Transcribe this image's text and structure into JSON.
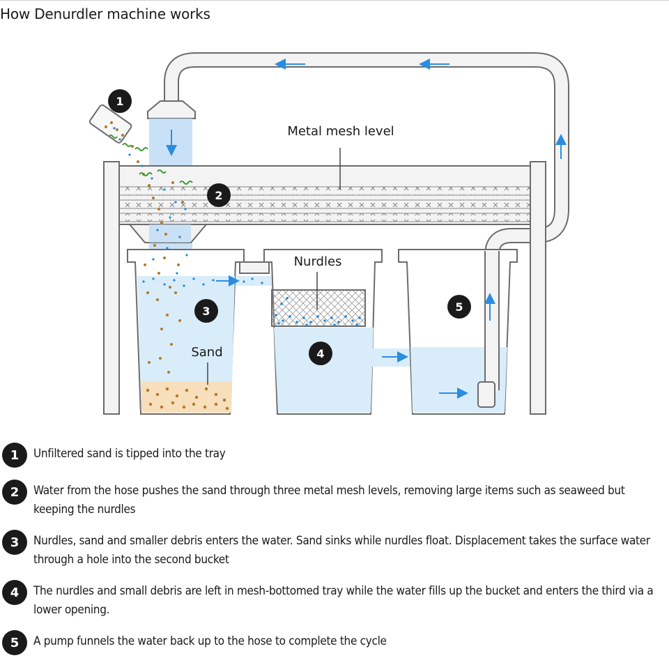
{
  "title": "How Denurdler machine works",
  "labels": {
    "mesh": "Metal mesh level",
    "nurdles": "Nurdles",
    "sand": "Sand"
  },
  "markers": [
    "1",
    "2",
    "3",
    "4",
    "5"
  ],
  "colors": {
    "water": "#d9ecfa",
    "water_stream": "#bfdcf5",
    "nurdle_dot": "#1f88d8",
    "sand_dot": "#b37828",
    "sand_bed": "#f6dfba",
    "seaweed": "#3f9b35",
    "pipe_stroke": "#6b6b6b",
    "frame_fill": "#f3f3f3",
    "arrow": "#2a8de0",
    "marker": "#1a1a1a"
  },
  "steps": [
    {
      "num": "1",
      "text": "Unfiltered sand is tipped into the tray"
    },
    {
      "num": "2",
      "text": "Water from the hose pushes the sand through three metal mesh levels, removing large items such as seaweed but keeping the nurdles"
    },
    {
      "num": "3",
      "text": "Nurdles, sand and smaller debris enters the water. Sand sinks while nurdles float. Displacement takes the surface water through a hole into the second bucket"
    },
    {
      "num": "4",
      "text": "The nurdles and small debris are left in mesh-bottomed tray while the water fills up the bucket and enters the third via a lower opening."
    },
    {
      "num": "5",
      "text": "A pump funnels the water back up to the hose to complete the cycle"
    }
  ]
}
